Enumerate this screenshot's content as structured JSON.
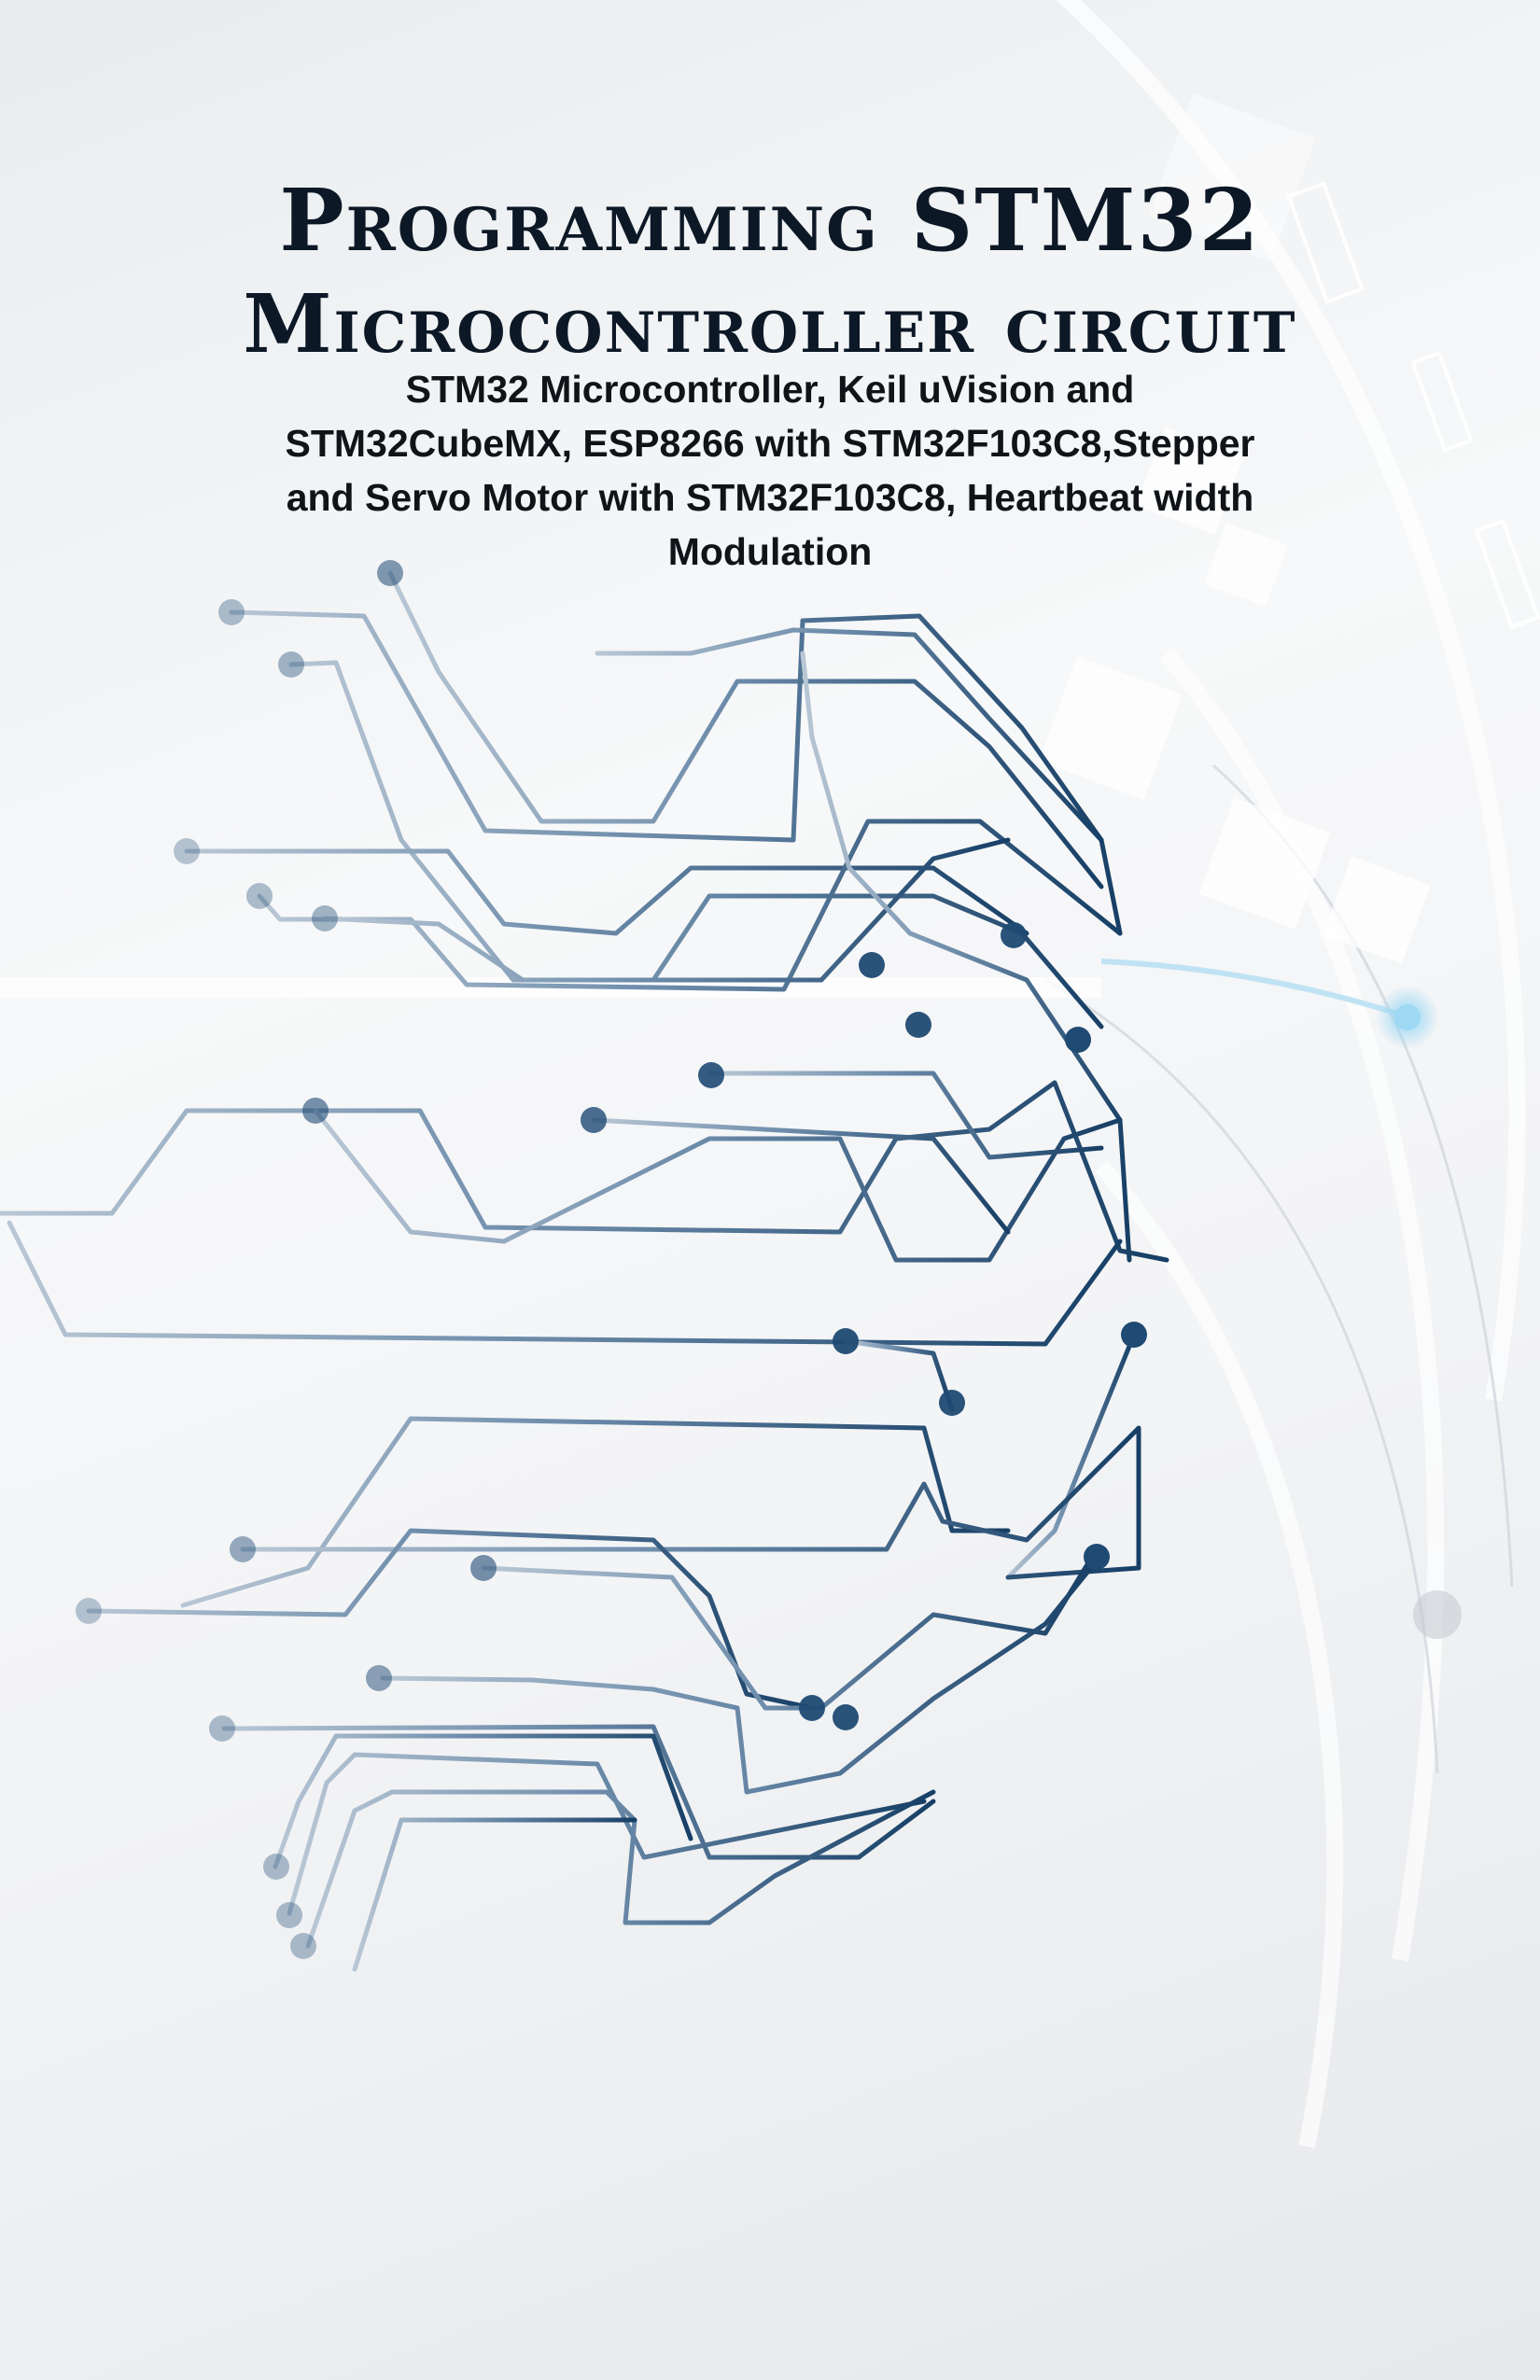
{
  "cover": {
    "title_line1": "Programming STM32",
    "title_line2": "Microcontroller circuit",
    "subtitle_lines": [
      "STM32 Microcontroller, Keil uVision and",
      "STM32CubeMX, ESP8266 with STM32F103C8,Stepper",
      "and Servo Motor with STM32F103C8, Heartbeat width",
      "Modulation"
    ],
    "artwork": "circuit-brain-illustration",
    "colors": {
      "title": "#0d1826",
      "circuit_dark": "#1f4a73",
      "circuit_light": "#8fa6bd",
      "accent_glow": "#8fd3f2"
    }
  }
}
